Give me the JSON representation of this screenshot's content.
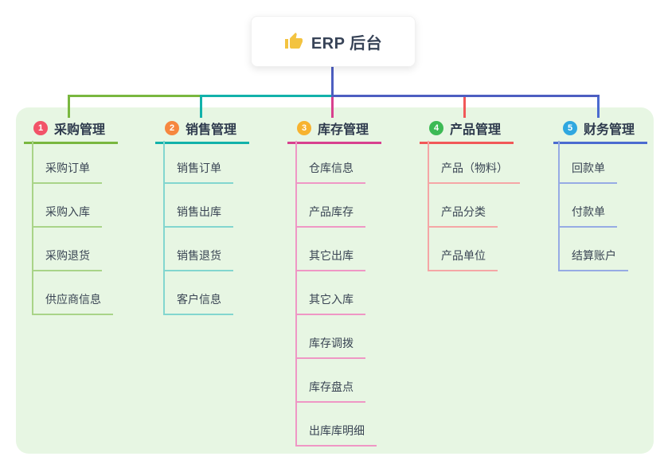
{
  "root": {
    "label": "ERP 后台",
    "icon": "thumbs-up-icon"
  },
  "palette": {
    "canvas": "#ffffff",
    "panel": "#e7f6e3",
    "root_line": "#4d5ec1",
    "card_bg": "#ffffff",
    "root_text": "#374357",
    "title_text": "#2e3a4d",
    "child_text": "#3a4554",
    "thumb_icon": "#f3c340"
  },
  "branches": [
    {
      "index": "1",
      "title": "采购管理",
      "color": "#79b73f",
      "light": "#a9d488",
      "badge_color": "#f25368",
      "children": [
        "采购订单",
        "采购入库",
        "采购退货",
        "供应商信息"
      ]
    },
    {
      "index": "2",
      "title": "销售管理",
      "color": "#12b2aa",
      "light": "#82d6cf",
      "badge_color": "#f6873f",
      "children": [
        "销售订单",
        "销售出库",
        "销售退货",
        "客户信息"
      ]
    },
    {
      "index": "3",
      "title": "库存管理",
      "color": "#d8418f",
      "light": "#ef97c5",
      "badge_color": "#f7b32f",
      "children": [
        "仓库信息",
        "产品库存",
        "其它出库",
        "其它入库",
        "库存调拨",
        "库存盘点",
        "出库库明细"
      ]
    },
    {
      "index": "4",
      "title": "产品管理",
      "color": "#f15858",
      "light": "#f5a6a6",
      "badge_color": "#3cba54",
      "children": [
        "产品（物料）",
        "产品分类",
        "产品单位"
      ]
    },
    {
      "index": "5",
      "title": "财务管理",
      "color": "#4b6bd0",
      "light": "#96abe4",
      "badge_color": "#2fa7e0",
      "children": [
        "回款单",
        "付款单",
        "结算账户"
      ]
    }
  ]
}
